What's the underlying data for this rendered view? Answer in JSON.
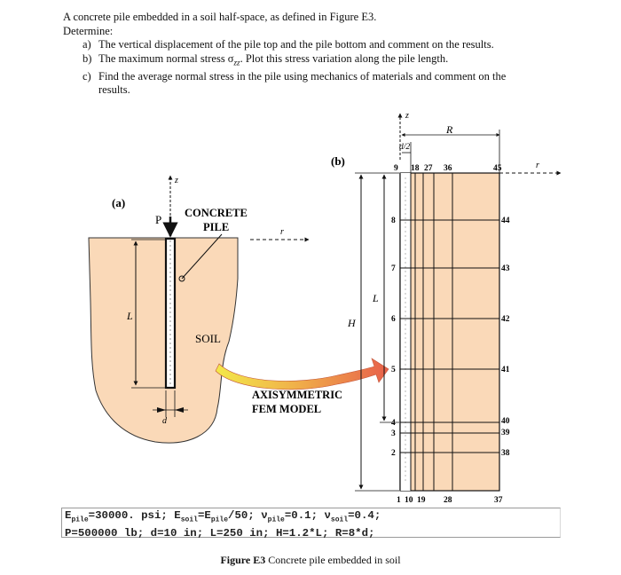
{
  "problem": {
    "intro": "A concrete pile embedded in a soil half-space, as defined in Figure E3.",
    "determine": "Determine:",
    "items": [
      {
        "label": "a)",
        "text": "The vertical displacement of the pile top and the pile bottom and comment on the results."
      },
      {
        "label": "b)",
        "text_before": "The maximum normal stress σ",
        "text_sub": "zz",
        "text_after": ". Plot this stress variation along the pile length."
      },
      {
        "label": "c)",
        "text": "Find the average normal stress in the pile using mechanics of materials and comment on the",
        "text_cont": "results."
      }
    ]
  },
  "figure_a": {
    "label": "(a)",
    "z_axis": "z",
    "load": "P",
    "pile_label_1": "CONCRETE",
    "pile_label_2": "PILE",
    "r_axis": "r",
    "length": "L",
    "soil": "SOIL",
    "diameter": "d"
  },
  "figure_b": {
    "label": "(b)",
    "z_axis": "z",
    "radius_label": "R",
    "half_diameter": "d/2",
    "r_axis": "r",
    "height": "H",
    "pile_length": "L",
    "top_nodes": [
      "9",
      "18",
      "27",
      "36",
      "45"
    ],
    "bottom_nodes": [
      "1",
      "10",
      "19",
      "28",
      "37"
    ],
    "left_nodes": [
      "8",
      "7",
      "6",
      "5",
      "4",
      "3",
      "2"
    ],
    "right_nodes": [
      "44",
      "43",
      "42",
      "41",
      "40",
      "39",
      "38"
    ],
    "model_label_1": "AXISYMMETRIC",
    "model_label_2": "FEM MODEL"
  },
  "parameters": {
    "line1": [
      {
        "t": "E"
      },
      {
        "s": "pile"
      },
      {
        "t": "=30000. psi; E"
      },
      {
        "s": "soil"
      },
      {
        "t": "=E"
      },
      {
        "s": "pile"
      },
      {
        "t": "/50; ν"
      },
      {
        "s": "pile"
      },
      {
        "t": "=0.1; ν"
      },
      {
        "s": "soil"
      },
      {
        "t": "=0.4;"
      }
    ],
    "line2": "P=500000 lb; d=10 in; L=250 in; H=1.2*L; R=8*d;"
  },
  "caption": {
    "bold": "Figure E3",
    "text": " Concrete pile embedded in soil"
  }
}
